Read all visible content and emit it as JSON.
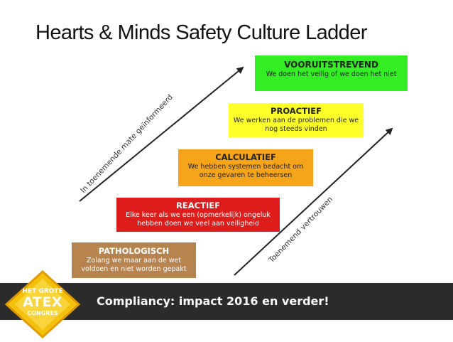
{
  "title": "Hearts & Minds Safety Culture Ladder",
  "steps": [
    {
      "heading": "PATHOLOGISCH",
      "line1": "Zolang we maar aan de wet",
      "line2": "voldoen en niet worden gepakt",
      "color": "#b6834f"
    },
    {
      "heading": "REACTIEF",
      "line1": "Elke keer als we een (opmerkelijk) ongeluk",
      "line2": "hebben doen we veel aan veiligheid",
      "color": "#dd1c1c"
    },
    {
      "heading": "CALCULATIEF",
      "line1": "We hebben systemen bedacht om",
      "line2": "onze gevaren te beheersen",
      "color": "#f6a51a"
    },
    {
      "heading": "PROACTIEF",
      "line1": "We werken aan de problemen die we",
      "line2": "nog steeds vinden",
      "color": "#ffff2a"
    },
    {
      "heading": "VOORUITSTREVEND",
      "line1": "We doen het veilig of we doen het niet",
      "line2": "",
      "color": "#33ee22"
    }
  ],
  "arrows": {
    "left_label": "In toenemende mate geïnformeerd",
    "right_label": "Toenemend vertrouwen"
  },
  "footer": {
    "text": "Compliancy: impact 2016 en verder!",
    "logo": {
      "line1": "HET GROTE",
      "line2": "ATEX",
      "line3": "CONGRES"
    }
  }
}
